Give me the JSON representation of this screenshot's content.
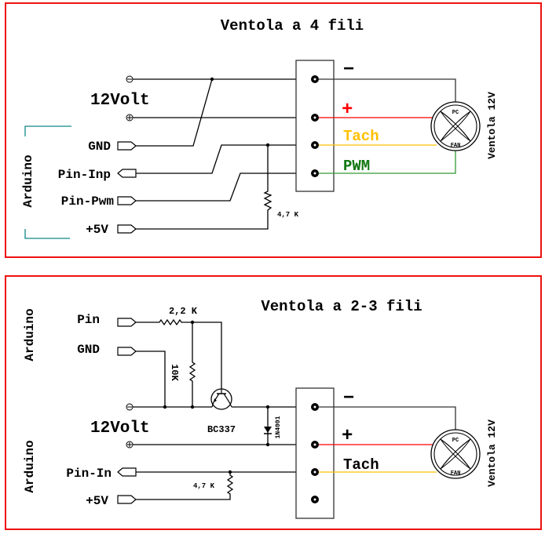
{
  "panel1": {
    "title": "Ventola a 4 fili",
    "supply_label": "12Volt",
    "group_label": "Arduino",
    "inputs": [
      "GND",
      "Pin-Inp",
      "Pin-Pwm",
      "+5V"
    ],
    "resistor": "4,7 K",
    "wires": [
      "−",
      "+",
      "Tach",
      "PWM"
    ],
    "fan_label": "Ventola 12V",
    "fan_top": "PC",
    "fan_bottom": "FAN",
    "colors": {
      "minus": "#000000",
      "plus": "#ff0000",
      "tach": "#ffc000",
      "pwm": "#117711"
    }
  },
  "panel2": {
    "title": "Ventola a 2-3 fili",
    "supply_label": "12Volt",
    "group_label_top": "Arduino",
    "group_label_bottom": "Arduino",
    "inputs_top": [
      "Pin",
      "GND"
    ],
    "inputs_bottom": [
      "Pin-In",
      "+5V"
    ],
    "r_base": "2,2 K",
    "r_pulldown": "10K",
    "transistor": "BC337",
    "diode": "1N4001",
    "r_pullup": "4,7 K",
    "wires": [
      "−",
      "+",
      "Tach"
    ],
    "fan_label": "Ventola 12V",
    "fan_top": "PC",
    "fan_bottom": "FAN"
  }
}
